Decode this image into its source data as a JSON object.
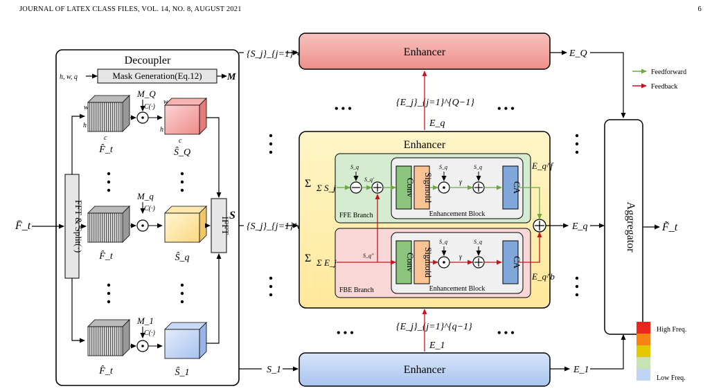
{
  "header": {
    "left": "JOURNAL OF LATEX CLASS FILES, VOL. 14, NO. 8, AUGUST 2021",
    "right": "6"
  },
  "decoupler": {
    "title": "Decoupler",
    "inputs": "h, w, q",
    "mask_generation": "Mask Generation(Eq.12)",
    "mask_output": "M",
    "fft_split": "FFT & Split(·)",
    "ifft": "IFFT",
    "ifft_output": "S",
    "masks": [
      "M_Q",
      "M_q",
      "M_1"
    ],
    "op": "C(·)",
    "features": [
      "F̂_t",
      "F̂_t",
      "F̂_t"
    ],
    "outputs": [
      "Ŝ_Q",
      "Ŝ_q",
      "Ŝ_1"
    ],
    "dim_w": "w",
    "dim_h": "h",
    "dim_c": "c"
  },
  "input_label": "F̄_t",
  "output_label": "F̃_t",
  "aggregator": "Aggregator",
  "top_enhancer": {
    "label": "Enhancer",
    "input": "{S_j}_{j=1}^Q",
    "output": "E_Q",
    "feedback": "{E_j}_{j=1}^{Q−1}",
    "eq": "E_q"
  },
  "bottom_enhancer": {
    "label": "Enhancer",
    "input": "S_1",
    "output": "E_1",
    "feedback": "{E_j}_{j=1}^{q−1}",
    "e1": "E_1"
  },
  "middle_enhancer": {
    "label": "Enhancer",
    "input": "{S_j}_{j=1}^q",
    "output": "E_q",
    "ffe_branch": "FFE Branch",
    "fbe_branch": "FBE Branch",
    "enhancement_block": "Enhancement Block",
    "conv": "Conv",
    "sigmoid": "Sigmoid",
    "ca": "CA",
    "sq": "S_q",
    "gamma": "γ",
    "ffe_sum": "Σ S_j",
    "fbe_sum": "Σ E_j",
    "sq_prime": "S_q'",
    "sq_dprime": "S_q''",
    "eqf": "E_q^f",
    "eqb": "E_q^b"
  },
  "legend": {
    "feedforward": "Feedforward",
    "feedback": "Feedback"
  },
  "freq_legend": {
    "high": "High Freq.",
    "low": "Low Freq."
  },
  "colors": {
    "feedforward": "#6aaa3a",
    "feedback": "#c8141b",
    "high": "#ff3e00",
    "enhancer_top": "#f3a39f",
    "enhancer_mid": "#ffe9a0",
    "enhancer_bot": "#b6cdf2"
  },
  "ellipsis": "• • •"
}
